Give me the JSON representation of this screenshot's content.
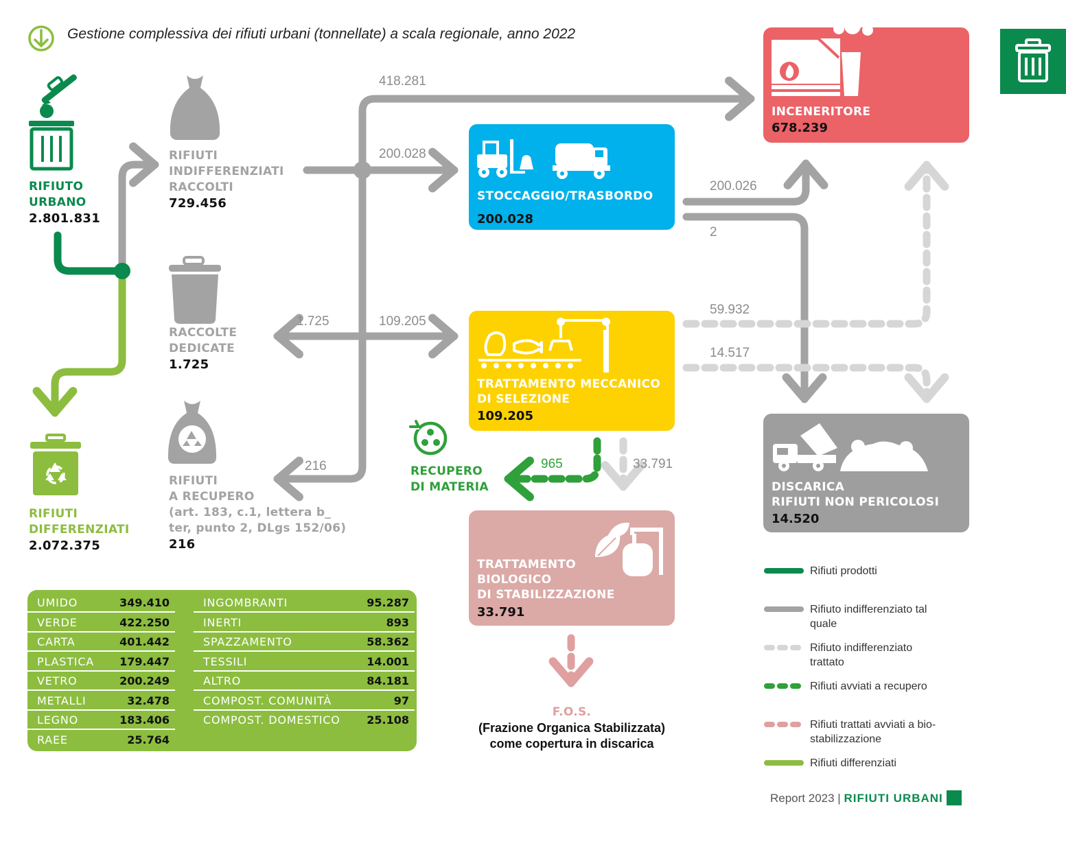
{
  "title": "Gestione complessiva dei rifiuti urbani (tonnellate) a scala regionale, anno 2022",
  "colors": {
    "dark_green": "#0a8a4d",
    "light_green": "#8cbd3f",
    "grey": "#a3a3a3",
    "light_grey": "#d6d6d6",
    "recovery_green": "#2fa03a",
    "pink_dash": "#e0a0a0",
    "blue": "#00b1eb",
    "yellow": "#fdd200",
    "red": "#eb6267",
    "pink": "#dba9a6",
    "disc_grey": "#9e9e9e"
  },
  "nodes": {
    "rifiuto_urbano": {
      "label": [
        "RIFIUTO",
        "URBANO"
      ],
      "value": "2.801.831"
    },
    "indifferenziati": {
      "label": [
        "RIFIUTI",
        "INDIFFERENZIATI",
        "RACCOLTI"
      ],
      "value": "729.456"
    },
    "raccolte_dedicate": {
      "label": [
        "RACCOLTE",
        "DEDICATE"
      ],
      "value": "1.725"
    },
    "rifiuti_recupero": {
      "label": [
        "RIFIUTI",
        "A RECUPERO",
        "(art. 183, c.1, lettera b_",
        "ter, punto 2, DLgs 152/06)"
      ],
      "value": "216"
    },
    "differenziati": {
      "label": [
        "RIFIUTI",
        "DIFFERENZIATI"
      ],
      "value": "2.072.375"
    },
    "stoccaggio": {
      "label": "STOCCAGGIO/TRASBORDO",
      "value": "200.028"
    },
    "tmb": {
      "label": [
        "TRATTAMENTO MECCANICO",
        "DI SELEZIONE"
      ],
      "value": "109.205"
    },
    "biologico": {
      "label": [
        "TRATTAMENTO",
        "BIOLOGICO",
        "DI STABILIZZAZIONE"
      ],
      "value": "33.791"
    },
    "inceneritore": {
      "label": "INCENERITORE",
      "value": "678.239"
    },
    "discarica": {
      "label": [
        "DISCARICA",
        "RIFIUTI NON PERICOLOSI"
      ],
      "value": "14.520"
    },
    "recupero_materia": {
      "label": [
        "RECUPERO",
        "DI MATERIA"
      ]
    },
    "fos": {
      "label": "F.O.S.",
      "desc": [
        "(Frazione Organica Stabilizzata)",
        "come copertura in discarica"
      ]
    }
  },
  "flows": {
    "to_inceneritore": "418.281",
    "to_stoccaggio": "200.028",
    "stoccaggio_to_inc": "200.026",
    "stoccaggio_to_disc": "2",
    "to_dedicate": "1.725",
    "to_tmb": "109.205",
    "tmb_to_inc": "59.932",
    "tmb_to_disc": "14.517",
    "to_recupero": "216",
    "tmb_to_materia": "965",
    "tmb_to_bio": "33.791"
  },
  "table": {
    "left": [
      {
        "name": "UMIDO",
        "value": "349.410"
      },
      {
        "name": "VERDE",
        "value": "422.250"
      },
      {
        "name": "CARTA",
        "value": "401.442"
      },
      {
        "name": "PLASTICA",
        "value": "179.447"
      },
      {
        "name": "VETRO",
        "value": "200.249"
      },
      {
        "name": "METALLI",
        "value": "32.478"
      },
      {
        "name": "LEGNO",
        "value": "183.406"
      },
      {
        "name": "RAEE",
        "value": "25.764"
      }
    ],
    "right": [
      {
        "name": "INGOMBRANTI",
        "value": "95.287"
      },
      {
        "name": "INERTI",
        "value": "893"
      },
      {
        "name": "SPAZZAMENTO",
        "value": "58.362"
      },
      {
        "name": "TESSILI",
        "value": "14.001"
      },
      {
        "name": "ALTRO",
        "value": "84.181"
      },
      {
        "name": "COMPOST. COMUNITÀ",
        "value": "97"
      },
      {
        "name": "COMPOST. DOMESTICO",
        "value": "25.108"
      }
    ]
  },
  "legend": [
    {
      "text": "Rifiuti prodotti",
      "color": "#0a8a4d",
      "style": "solid"
    },
    {
      "text": "Rifiuto indifferenziato tal quale",
      "color": "#a3a3a3",
      "style": "solid"
    },
    {
      "text": "Rifiuto indifferenziato trattato",
      "color": "#d6d6d6",
      "style": "dashed"
    },
    {
      "text": "Rifiuti avviati a recupero",
      "color": "#2fa03a",
      "style": "dashed"
    },
    {
      "text": "Rifiuti trattati avviati a bio-stabilizzazione",
      "color": "#e0a0a0",
      "style": "dashed"
    },
    {
      "text": "Rifiuti differenziati",
      "color": "#8cbd3f",
      "style": "solid"
    }
  ],
  "footer": {
    "report": "Report 2023 |",
    "section": "RIFIUTI URBANI"
  }
}
